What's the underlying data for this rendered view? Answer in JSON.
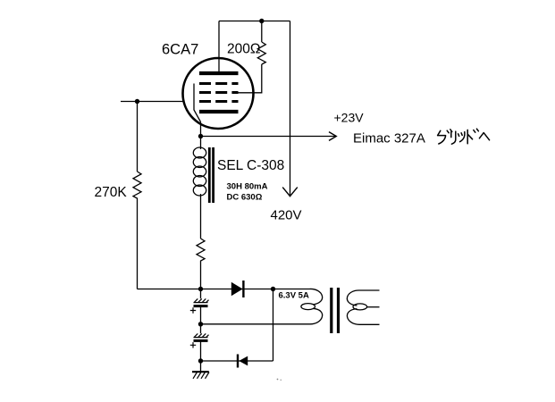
{
  "schematic": {
    "tube": {
      "label": "6CA7"
    },
    "screen_resistor": {
      "label": "200Ω"
    },
    "grid_resistor": {
      "label": "270K"
    },
    "cathode_choke": {
      "name": "SEL C-308",
      "spec_line1": "30H 80mA",
      "spec_line2": "DC 630Ω"
    },
    "output": {
      "voltage": "+23V",
      "destination_latin": "Eimac 327A",
      "destination_kana": "グリッドへ",
      "destination_full": "Eimac 327A グリッドへ"
    },
    "supply": {
      "voltage": "420V"
    },
    "heater_winding": {
      "label": "6.3V 5A"
    }
  },
  "colors": {
    "line": "#000000",
    "background": "#ffffff"
  }
}
